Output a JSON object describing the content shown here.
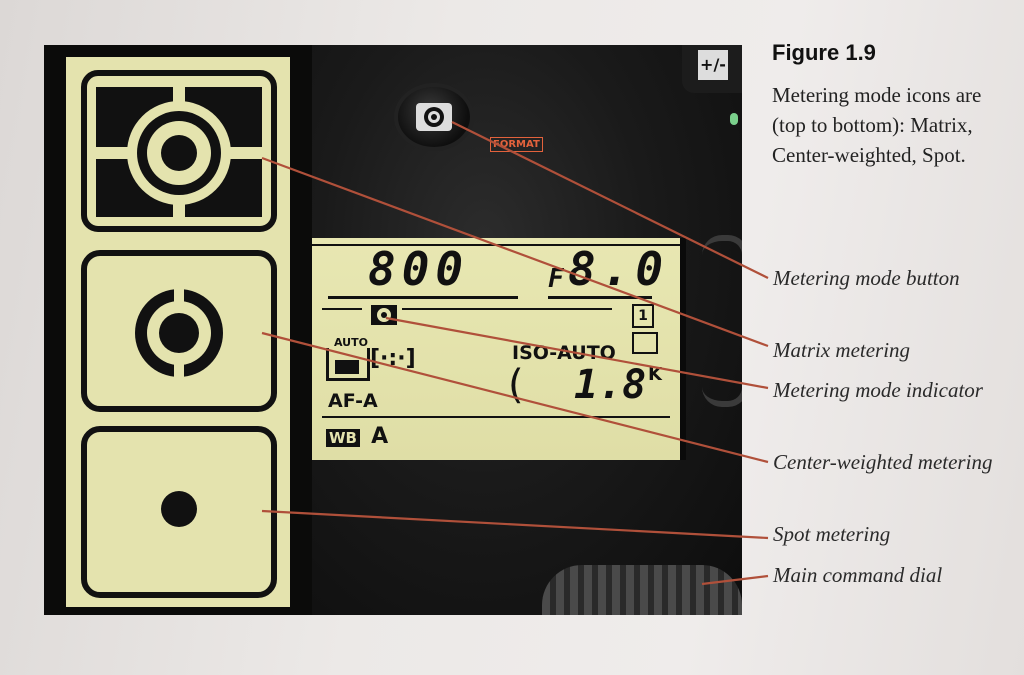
{
  "figure": {
    "title": "Figure 1.9",
    "caption": "Metering mode icons are (top to bottom): Matrix, Center-weighted, Spot."
  },
  "callouts": [
    {
      "id": "metering-mode-button",
      "text": "Metering mode button"
    },
    {
      "id": "matrix-metering",
      "text": "Matrix metering"
    },
    {
      "id": "metering-mode-indicator",
      "text": "Metering mode indicator"
    },
    {
      "id": "center-weighted-metering",
      "text": "Center-weighted metering"
    },
    {
      "id": "spot-metering",
      "text": "Spot metering"
    },
    {
      "id": "main-command-dial",
      "text": "Main command dial"
    }
  ],
  "lcd": {
    "iso_value": "800",
    "aperture_prefix": "F",
    "aperture_value": "8.0",
    "auto_label": "AUTO",
    "iso_auto": "ISO-AUTO",
    "exposure_comp": "1.8",
    "k_label": "K",
    "focus_mode": "AF-A",
    "wb_label": "WB",
    "wb_value": "A",
    "frame_count": "1"
  },
  "camera": {
    "format_label": "FORMAT",
    "exp_comp_glyph": "+/-"
  },
  "colors": {
    "lcd": "#e4e3ae",
    "leader_line": "#b0503a",
    "format_red": "#e3623c"
  }
}
